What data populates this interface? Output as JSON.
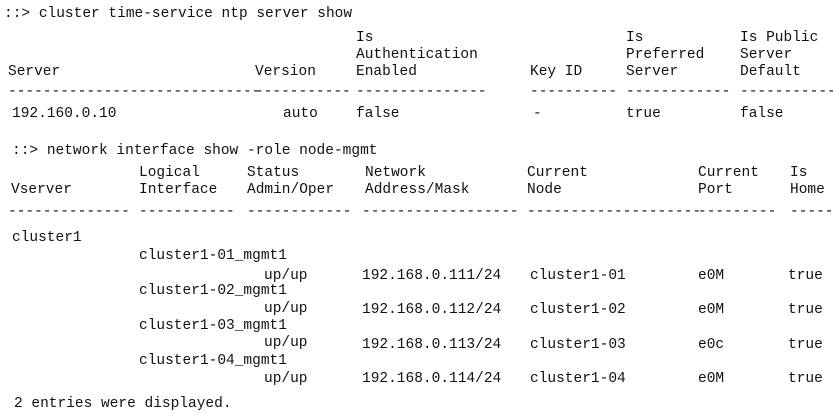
{
  "prompt": "::>",
  "cmd1": {
    "command": "cluster time-service ntp server show",
    "headers": {
      "server": "Server",
      "version": "Version",
      "auth": [
        "Is",
        "Authentication",
        "Enabled"
      ],
      "keyid": "Key ID",
      "preferred": [
        "Is",
        "Preferred",
        "Server"
      ],
      "public": [
        "Is Public",
        "Server",
        "Default"
      ]
    },
    "dashes": {
      "server": "-----------------------------",
      "version": "-----------",
      "auth": "---------------",
      "keyid": "----------",
      "preferred": "------------",
      "public": "-----------"
    },
    "row": {
      "server": "192.160.0.10",
      "version": "auto",
      "auth": "false",
      "keyid": "-",
      "preferred": "true",
      "public": "false"
    }
  },
  "cmd2": {
    "command": "network interface show -role node-mgmt",
    "headers": {
      "vserver": "Vserver",
      "lif": [
        "Logical",
        "Interface"
      ],
      "status": [
        "Status",
        "Admin/Oper"
      ],
      "addr": [
        "Network",
        "Address/Mask"
      ],
      "node": [
        "Current",
        "Node"
      ],
      "port": [
        "Current",
        "Port"
      ],
      "home": [
        "Is",
        "Home"
      ]
    },
    "dashes": {
      "vserver": "--------------",
      "lif": "-----------",
      "status": "------------",
      "addr": "------------------",
      "node": "--------------------",
      "port": "---------",
      "home": "-----"
    },
    "vserver": "cluster1",
    "rows": [
      {
        "lif": "cluster1-01_mgmt1",
        "status": "up/up",
        "addr": "192.168.0.111/24",
        "node": "cluster1-01",
        "port": "e0M",
        "home": "true"
      },
      {
        "lif": "cluster1-02_mgmt1",
        "status": "up/up",
        "addr": "192.168.0.112/24",
        "node": "cluster1-02",
        "port": "e0M",
        "home": "true"
      },
      {
        "lif": "cluster1-03_mgmt1",
        "status": "up/up",
        "addr": "192.168.0.113/24",
        "node": "cluster1-03",
        "port": "e0c",
        "home": "true"
      },
      {
        "lif": "cluster1-04_mgmt1",
        "status": "up/up",
        "addr": "192.168.0.114/24",
        "node": "cluster1-04",
        "port": "e0M",
        "home": "true"
      }
    ],
    "footer": "2 entries were displayed."
  }
}
